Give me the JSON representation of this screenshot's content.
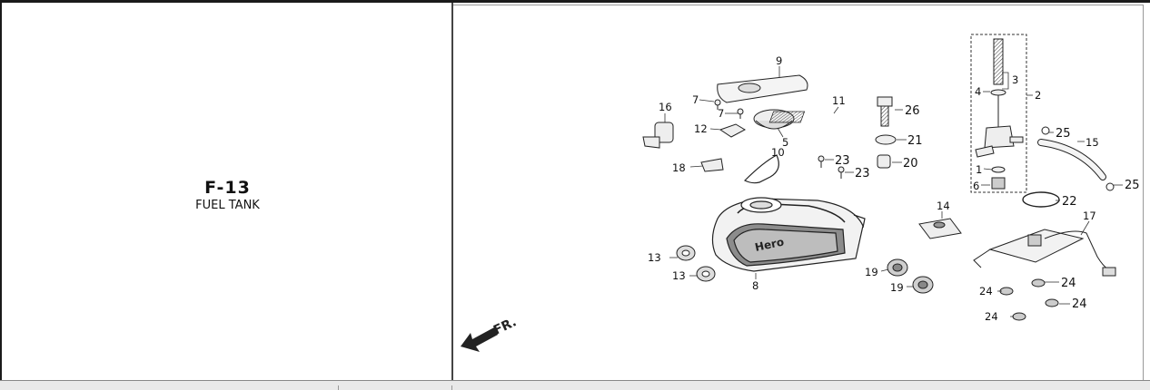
{
  "page": {
    "code": "F-13",
    "title": "FUEL TANK"
  },
  "diagram": {
    "parts": [
      {
        "label": "1"
      },
      {
        "label": "2"
      },
      {
        "label": "3"
      },
      {
        "label": "4"
      },
      {
        "label": "5"
      },
      {
        "label": "6"
      },
      {
        "label": "7"
      },
      {
        "label": "7"
      },
      {
        "label": "8"
      },
      {
        "label": "9"
      },
      {
        "label": "10"
      },
      {
        "label": "11"
      },
      {
        "label": "12"
      },
      {
        "label": "13"
      },
      {
        "label": "13"
      },
      {
        "label": "14"
      },
      {
        "label": "15"
      },
      {
        "label": "16"
      },
      {
        "label": "17"
      },
      {
        "label": "18"
      },
      {
        "label": "19"
      },
      {
        "label": "19"
      },
      {
        "label": "20"
      },
      {
        "label": "21"
      },
      {
        "label": "22"
      },
      {
        "label": "23"
      },
      {
        "label": "23"
      },
      {
        "label": "24"
      },
      {
        "label": "24"
      },
      {
        "label": "24"
      },
      {
        "label": "24"
      },
      {
        "label": "25"
      },
      {
        "label": "25"
      },
      {
        "label": "26"
      }
    ],
    "tank_logo": "Hero",
    "direction_label": "FR."
  }
}
